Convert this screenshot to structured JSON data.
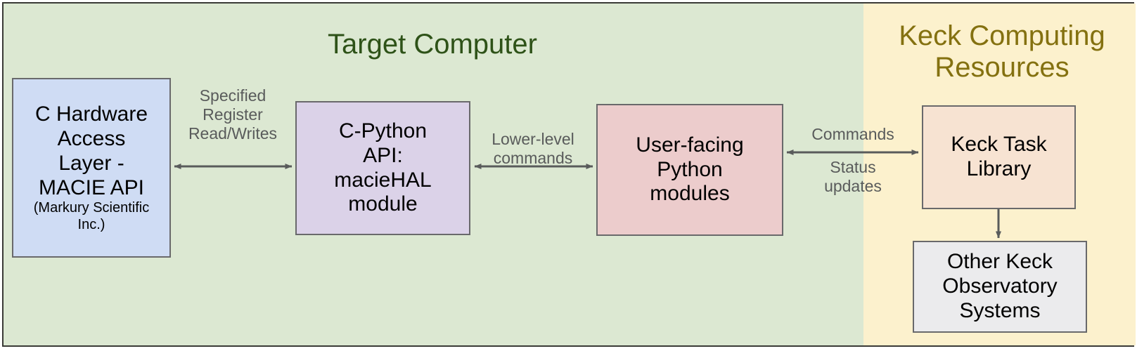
{
  "diagram": {
    "title_hidden": "",
    "zones": [
      {
        "id": "target-computer",
        "label": "Target Computer",
        "background": "#dce8d2",
        "text_color": "#2e5218"
      },
      {
        "id": "keck-computing-resources",
        "label": "Keck Computing\nResources",
        "background": "#fcf1cd",
        "text_color": "#847110"
      }
    ],
    "nodes": [
      {
        "id": "c-hardware-access-layer",
        "label": "C Hardware\nAccess\nLayer -\nMACIE API",
        "sublabel": "(Markury Scientific\nInc.)",
        "background": "#cfdcf4",
        "border": "#69696b",
        "zone": "target-computer"
      },
      {
        "id": "c-python-api",
        "label": "C-Python\nAPI:\nmacieHAL\nmodule",
        "background": "#dbd2e8",
        "border": "#69696b",
        "zone": "target-computer"
      },
      {
        "id": "user-facing-python-modules",
        "label": "User-facing\nPython\nmodules",
        "background": "#eccccc",
        "border": "#69696b",
        "zone": "target-computer"
      },
      {
        "id": "keck-task-library",
        "label": "Keck Task\nLibrary",
        "background": "#f7e3d2",
        "border": "#69696b",
        "zone": "keck-computing-resources"
      },
      {
        "id": "other-keck-observatory-systems",
        "label": "Other Keck\nObservatory\nSystems",
        "background": "#ebebed",
        "border": "#69696b",
        "zone": "keck-computing-resources"
      }
    ],
    "edges": [
      {
        "id": "hal-to-capi",
        "from": "c-hardware-access-layer",
        "to": "c-python-api",
        "label": "Specified\nRegister\nRead/Writes",
        "arrow": "double",
        "color": "#595b5b"
      },
      {
        "id": "capi-to-pymod",
        "from": "c-python-api",
        "to": "user-facing-python-modules",
        "label": "Lower-level\ncommands",
        "arrow": "double",
        "color": "#595b5b"
      },
      {
        "id": "pymod-to-ktl",
        "from": "user-facing-python-modules",
        "to": "keck-task-library",
        "label_above": "Commands",
        "label_below": "Status\nupdates",
        "arrow": "double",
        "color": "#595b5b"
      },
      {
        "id": "ktl-to-other",
        "from": "keck-task-library",
        "to": "other-keck-observatory-systems",
        "label": "",
        "arrow": "single",
        "color": "#595b5b"
      }
    ]
  }
}
